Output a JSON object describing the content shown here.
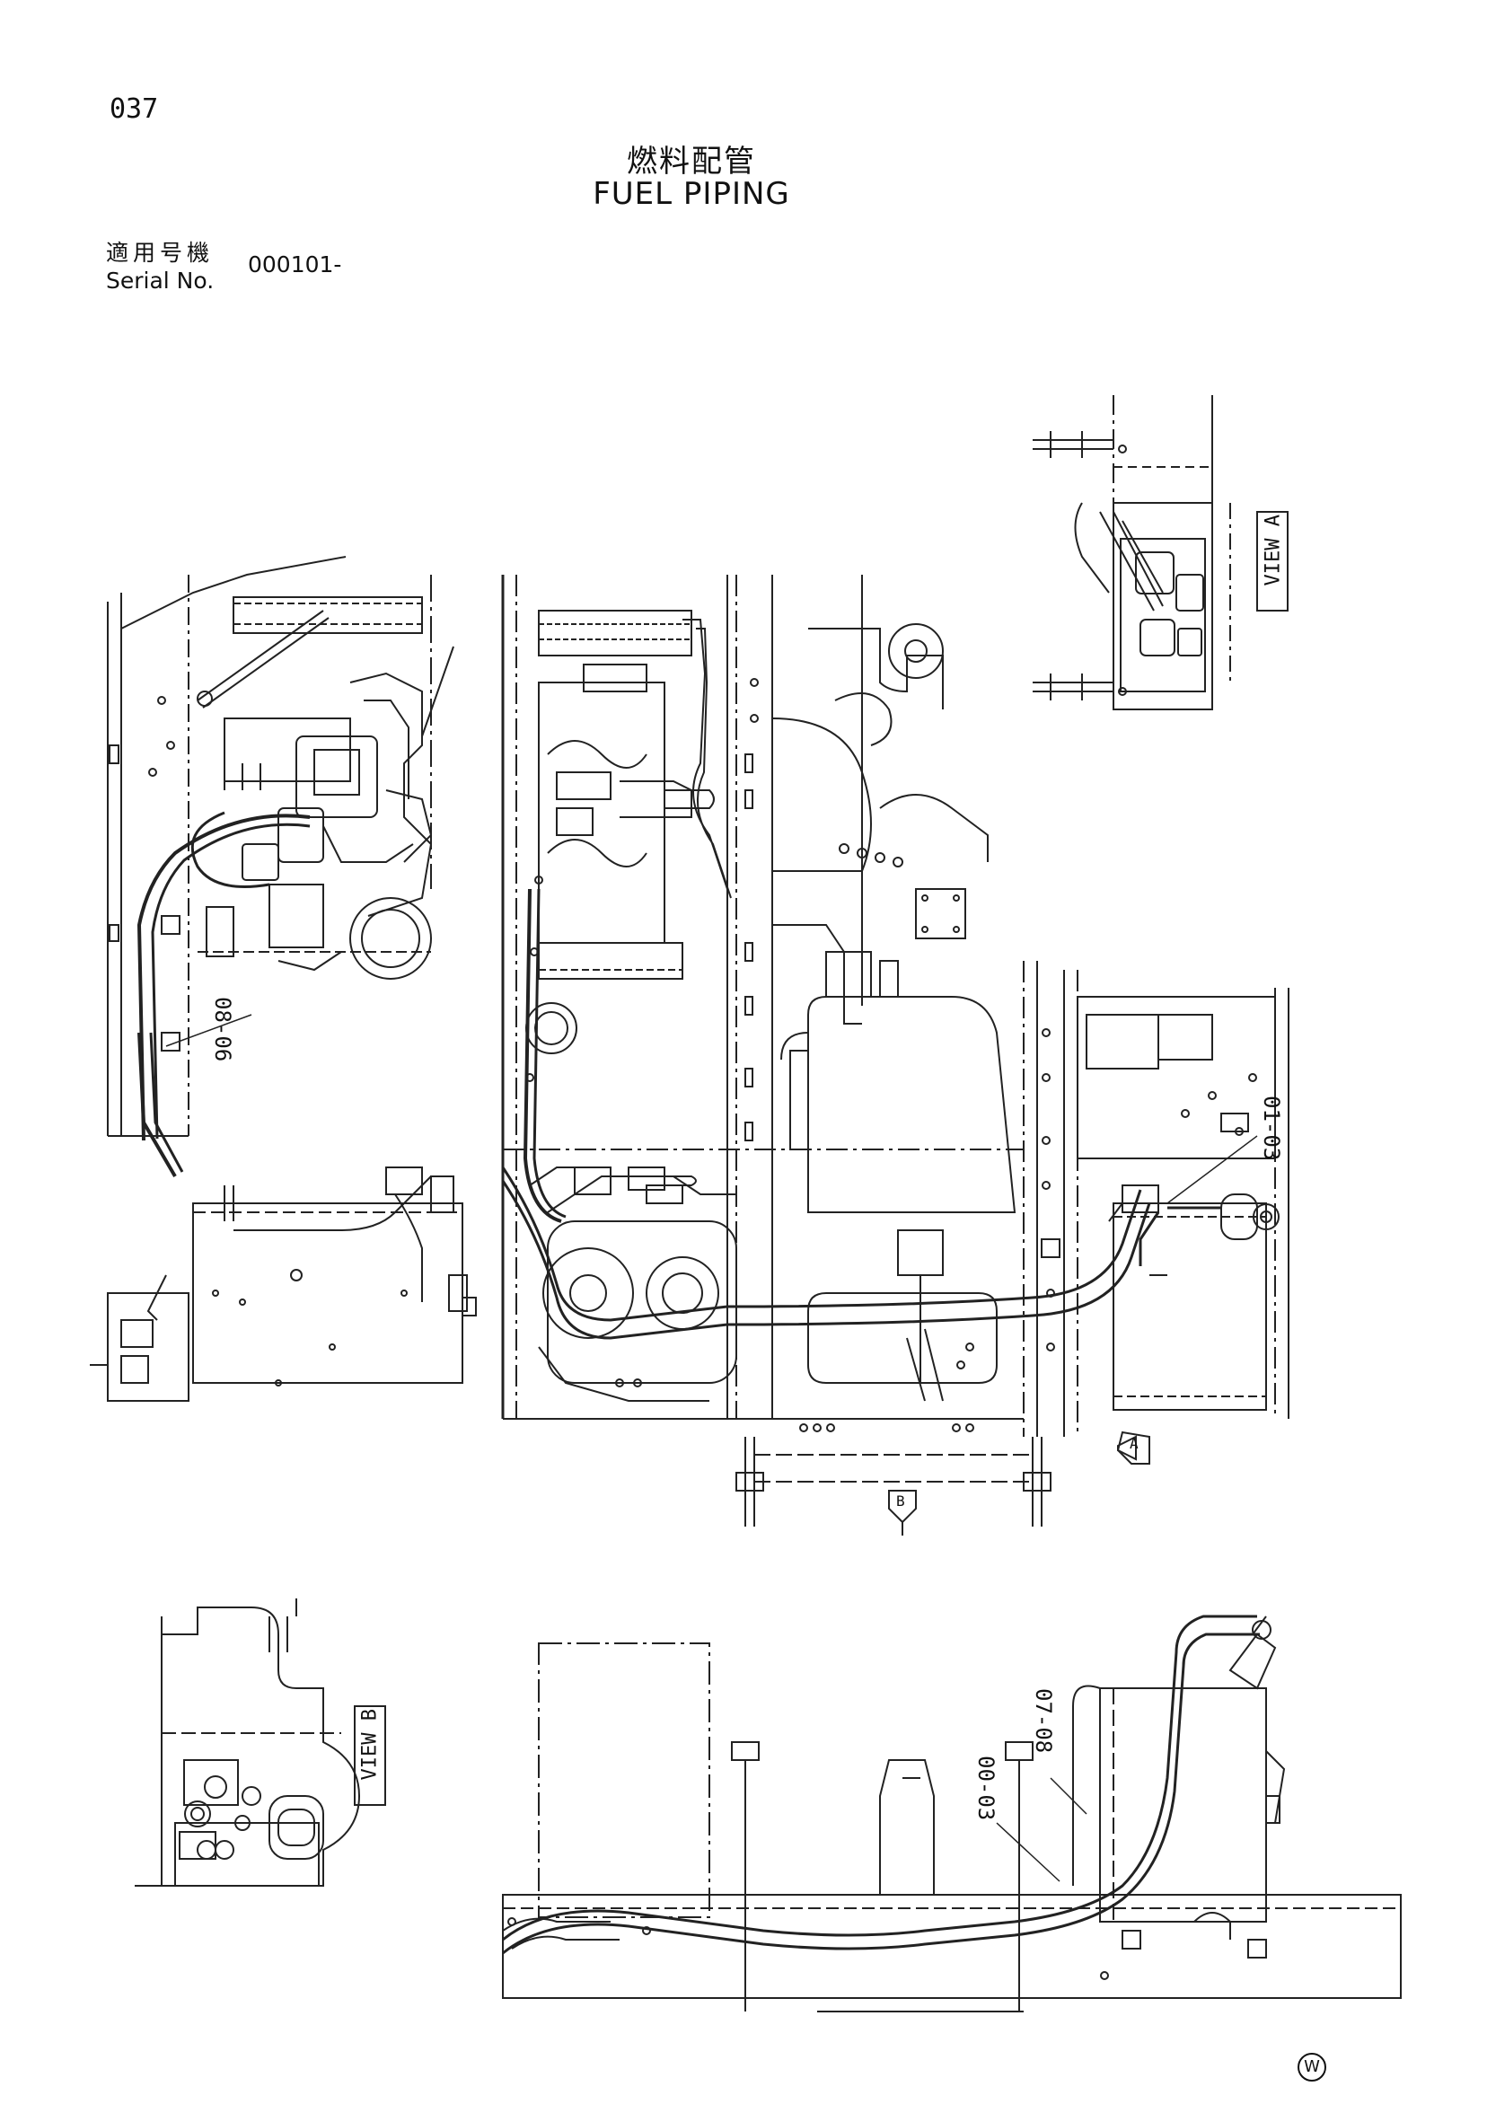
{
  "page": {
    "number": "037"
  },
  "title": {
    "japanese": "燃料配管",
    "english": "FUEL PIPING"
  },
  "serial": {
    "label_japanese": "適用号機",
    "label_english": "Serial No.",
    "value": "000101-"
  },
  "views": {
    "view_a": "VIEW A",
    "view_b": "VIEW B",
    "arrow_a": "A",
    "arrow_b": "B"
  },
  "callouts": {
    "c1": "08-06",
    "c2": "01-03",
    "c3": "07-08",
    "c4": "00-03"
  },
  "watermark": "W"
}
